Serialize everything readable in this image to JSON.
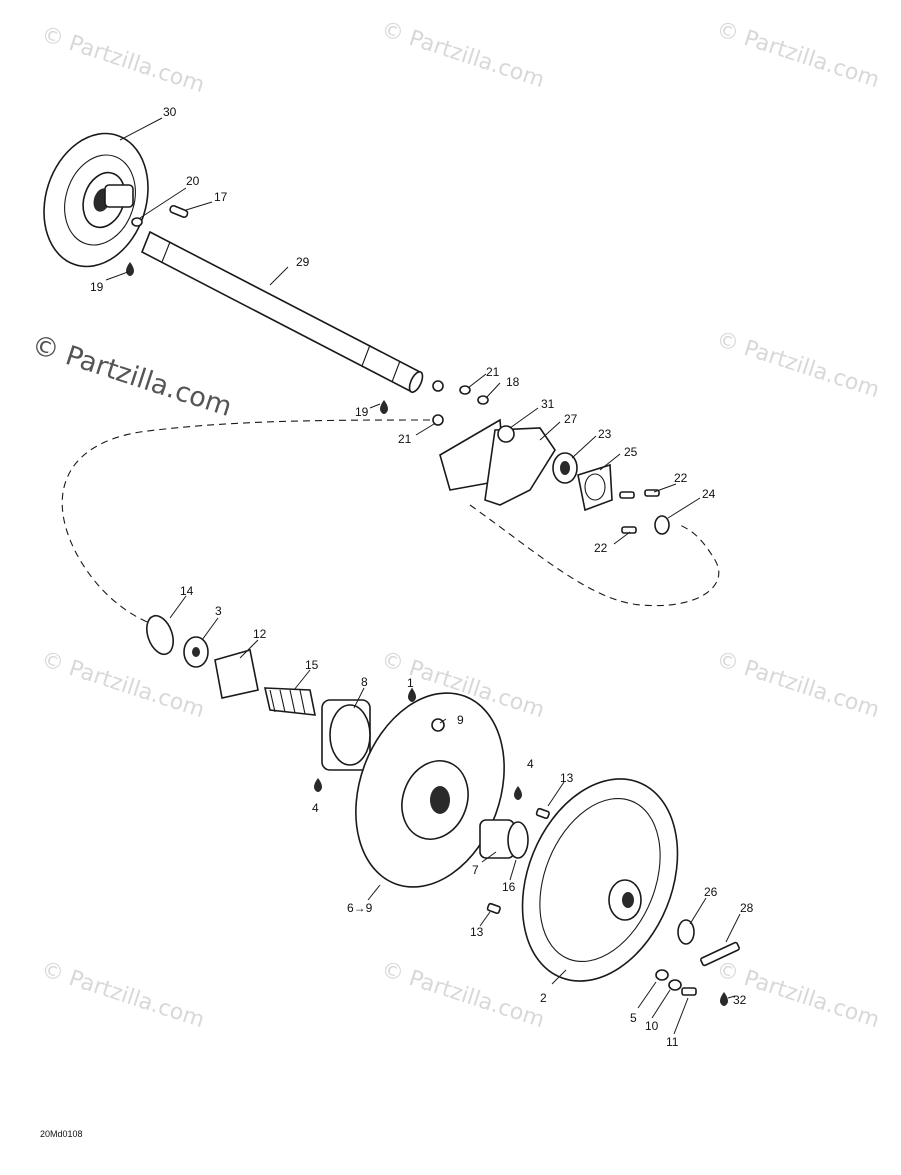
{
  "watermark": {
    "text": "© Partzilla.com",
    "big_text": "© Partzilla.com"
  },
  "diagram_code": "20Md0108",
  "callouts": {
    "c30": "30",
    "c20": "20",
    "c17": "17",
    "c19a": "19",
    "c29": "29",
    "c21a": "21",
    "c18": "18",
    "c19b": "19",
    "c31": "31",
    "c21b": "21",
    "c27": "27",
    "c23": "23",
    "c25": "25",
    "c22a": "22",
    "c24": "24",
    "c22b": "22",
    "c14": "14",
    "c3": "3",
    "c12": "12",
    "c15": "15",
    "c8": "8",
    "c1": "1",
    "c9": "9",
    "c4a": "4",
    "c4b": "4",
    "c13a": "13",
    "c7": "7",
    "c16": "16",
    "c69": "6→9",
    "c13b": "13",
    "c26": "26",
    "c28": "28",
    "c2": "2",
    "c5": "5",
    "c10": "10",
    "c11": "11",
    "c32": "32"
  }
}
